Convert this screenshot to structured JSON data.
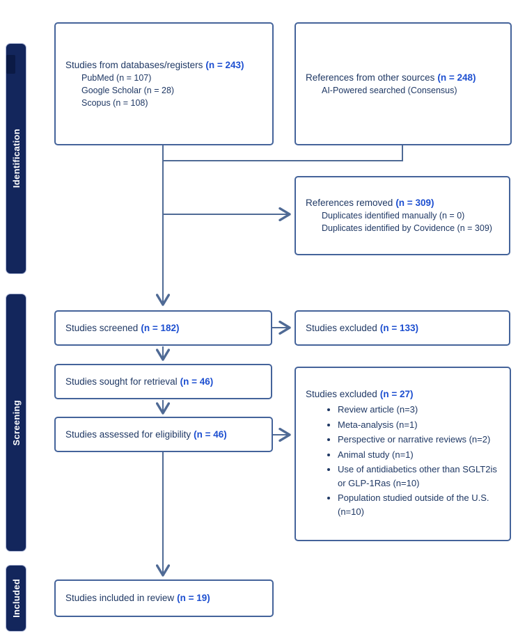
{
  "diagram": {
    "type": "prisma-flow",
    "colors": {
      "stage_bar_fill": "#13265c",
      "box_border": "#44639a",
      "connector": "#4f6a95",
      "text_main": "#1f3864",
      "count_accent": "#1d4fd0"
    },
    "stages": [
      {
        "label": "Identification"
      },
      {
        "label": "Screening"
      },
      {
        "label": "Included"
      }
    ],
    "boxes": {
      "databases": {
        "title": "Studies from databases/registers",
        "count": "(n = 243)",
        "items": [
          "PubMed (n = 107)",
          "Google Scholar (n = 28)",
          "Scopus (n = 108)"
        ]
      },
      "other_sources": {
        "title": "References from other sources",
        "count": "(n = 248)",
        "items": [
          "AI-Powered searched (Consensus)"
        ]
      },
      "removed": {
        "title": "References removed",
        "count": "(n = 309)",
        "items": [
          "Duplicates identified manually (n = 0)",
          "Duplicates identified by Covidence (n = 309)"
        ]
      },
      "screened": {
        "title": "Studies screened",
        "count": "(n = 182)"
      },
      "excluded_screening": {
        "title": "Studies excluded",
        "count": "(n = 133)"
      },
      "sought": {
        "title": "Studies sought for retrieval",
        "count": "(n = 46)"
      },
      "assessed": {
        "title": "Studies assessed for eligibility",
        "count": "(n = 46)"
      },
      "excluded_eligibility": {
        "title": "Studies excluded",
        "count": "(n = 27)",
        "bullets": [
          "Review article (n=3)",
          "Meta-analysis (n=1)",
          "Perspective or narrative reviews (n=2)",
          "Animal study (n=1)",
          "Use of antidiabetics other than SGLT2is or GLP-1Ras (n=10)",
          "Population studied outside of the U.S. (n=10)"
        ]
      },
      "included": {
        "title": "Studies included in review",
        "count": "(n = 19)"
      }
    }
  }
}
